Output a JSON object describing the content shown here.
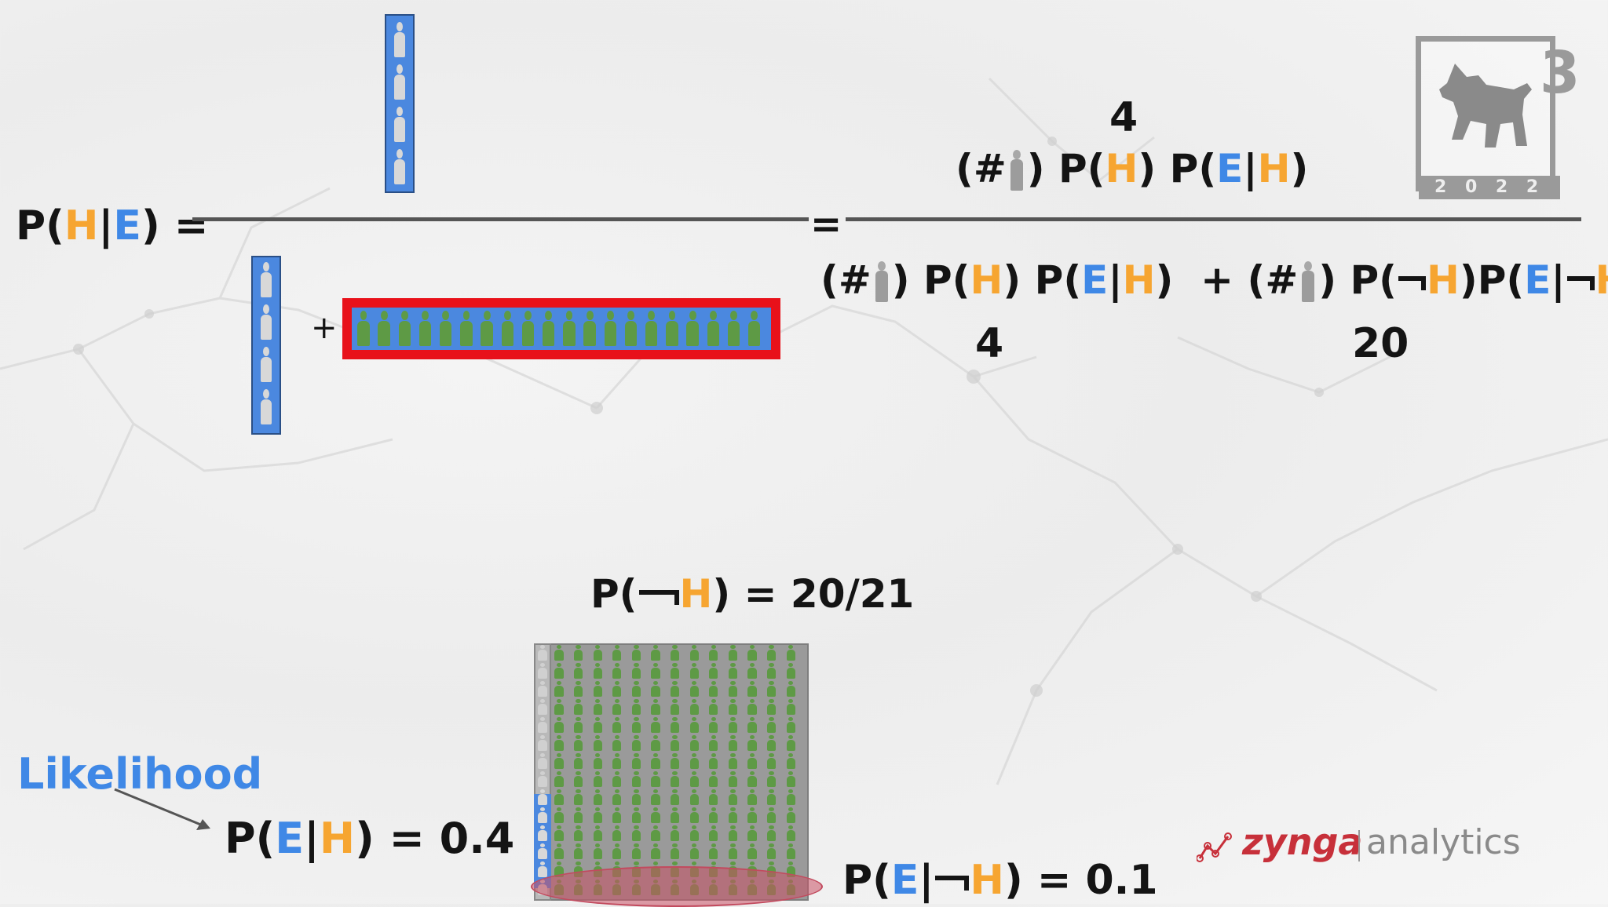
{
  "formula": {
    "lhs_p": "P(",
    "lhs_h": "H",
    "lhs_bar": "|",
    "lhs_e": "E",
    "lhs_close": ") =",
    "equals": "=",
    "plus": "+"
  },
  "right_fraction": {
    "numerator_count": "4",
    "numerator_hash": "(#",
    "numerator_close": ")",
    "term_p_h_open": "P(",
    "term_h": "H",
    "term_p_h_close": ")",
    "term_p_e_open": "P(",
    "term_e": "E",
    "term_bar": "|",
    "term_e_close": ")",
    "denominator_plus": "+",
    "denominator_count_left": "4",
    "denominator_count_right": "20"
  },
  "bottom": {
    "p_not_h_label": "P(",
    "p_not_h_value": ") = 20/21",
    "likelihood_label": "Likelihood",
    "p_e_h_value": ") = 0.4",
    "p_e_not_h_value": ") = 0.1"
  },
  "logo": {
    "brand": "zynga",
    "product": "analytics",
    "badge_number": "3",
    "badge_year": "2 0 2 2"
  },
  "colors": {
    "hypothesis": "#f6a531",
    "evidence": "#3f88e6",
    "bar_fill": "#4b88df",
    "highlight_border": "#e8111a",
    "grid_fill": "#9a9a9a",
    "person_green": "#5e9a45",
    "person_gray": "#8a8a8a",
    "ellipse_fill": "#c86b78"
  },
  "icons": {
    "person_icon": "person-icon",
    "arrow_icon": "arrow-icon",
    "dog_icon": "dog-icon",
    "zynga_logo_icon": "zynga-logo-icon"
  }
}
